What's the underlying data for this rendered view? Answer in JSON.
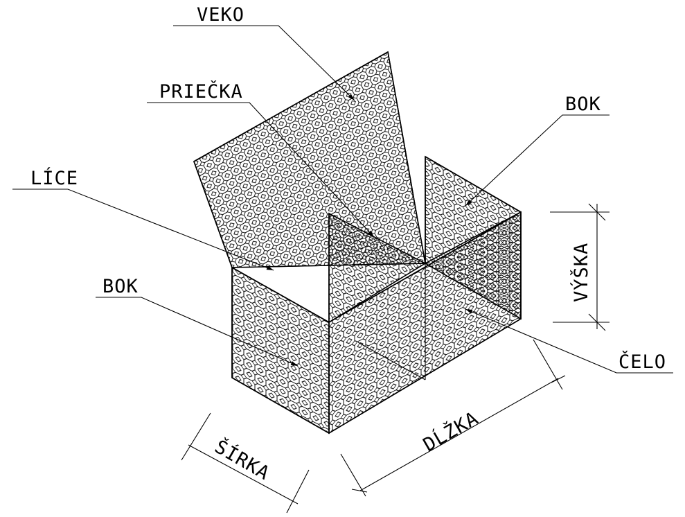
{
  "labels": {
    "veko": "VEKO",
    "priecka": "PRIEČKA",
    "bok_right": "BOK",
    "lice": "LÍCE",
    "bok_left": "BOK",
    "celo": "ČELO",
    "vyska": "VÝŠKA",
    "dlzka": "DĹŽKA",
    "sirka": "ŠÍRKA"
  },
  "colors": {
    "line": "#000000",
    "background": "#ffffff"
  }
}
